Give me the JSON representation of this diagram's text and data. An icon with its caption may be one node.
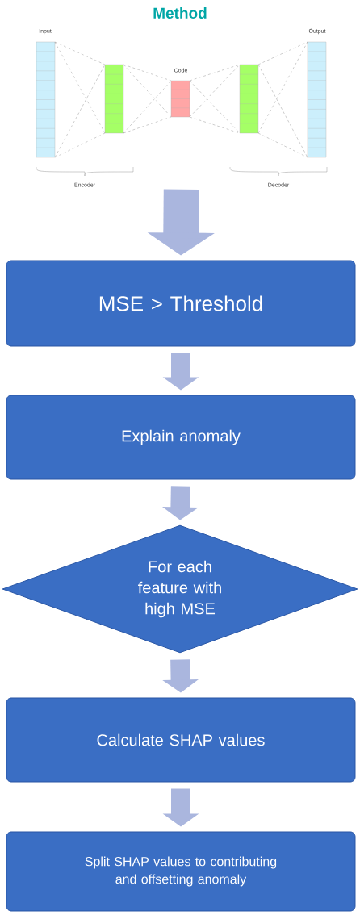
{
  "diagram": {
    "title": "Method",
    "nodes": [
      {
        "text": [],
        "shape": "picture"
      },
      {
        "text": [
          "MSE > Threshold"
        ]
      },
      {
        "text": [
          "Explain anomaly"
        ]
      },
      {
        "text": [
          "For each feature with high MSE"
        ]
      },
      {
        "text": [
          "Calculate SHAP values"
        ]
      },
      {
        "text": [
          "Split SHAP values to contributing and offsetting anomaly"
        ]
      }
    ],
    "edges": [
      {
        "from": 0,
        "to": 1,
        "arrow": "to",
        "style": "thick"
      },
      {
        "from": 1,
        "to": 2,
        "arrow": "to"
      },
      {
        "from": 2,
        "to": 3,
        "arrow": "to"
      },
      {
        "from": 3,
        "to": 4,
        "arrow": "to"
      },
      {
        "from": 4,
        "to": 5,
        "arrow": "to"
      }
    ],
    "labels": [
      "Input",
      "Output",
      "Code",
      "Encoder",
      "Decoder"
    ]
  }
}
